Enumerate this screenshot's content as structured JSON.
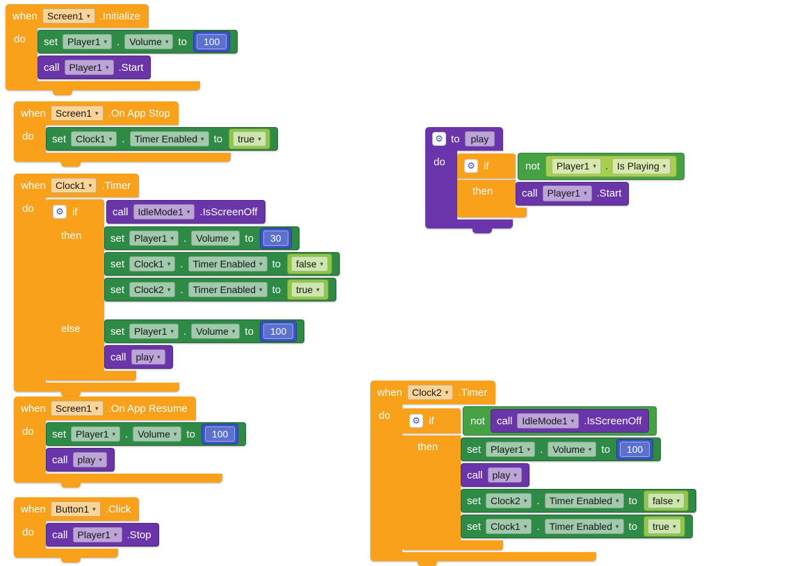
{
  "app": {
    "name": "App Inventor Blocks Workspace",
    "canvas_background": "#FFFFFF"
  },
  "labels": {
    "when": "when",
    "do": "do",
    "set": "set",
    "call": "call",
    "to": "to",
    "if": "if",
    "then": "then",
    "else": "else",
    "not": "not",
    "dot": "."
  },
  "icons": {
    "mutator_gear": "⚙",
    "dropdown_caret": "▾"
  },
  "colors": {
    "event_block": "#F9A11B",
    "control_block": "#F9A11B",
    "setter_block": "#2E8B45",
    "method_call_block": "#6A35A8",
    "procedure_block": "#6A35A8",
    "logic_operator_block": "#44A244",
    "boolean_block": "#8FC749",
    "property_getter_block": "#A6CE4F",
    "number_block": "#3B55C4",
    "gear_icon": "#3B55C4"
  },
  "blocks": {
    "when_screen1_initialize": {
      "component": "Screen1",
      "event": ".Initialize",
      "set_player1_volume": {
        "component": "Player1",
        "property": "Volume",
        "value": "100"
      },
      "call_player1_start": {
        "component": "Player1",
        "method": ".Start"
      }
    },
    "when_screen1_on_app_stop": {
      "component": "Screen1",
      "event": ".On App Stop",
      "set_clock1_timer_enabled": {
        "component": "Clock1",
        "property": "Timer Enabled",
        "value": "true"
      }
    },
    "procedure_play": {
      "name": "play",
      "if_condition_not_getter": {
        "component": "Player1",
        "property": "Is Playing"
      },
      "then_call_player1_start": {
        "component": "Player1",
        "method": ".Start"
      }
    },
    "when_clock1_timer": {
      "component": "Clock1",
      "event": ".Timer",
      "if_condition_call": {
        "component": "IdleMode1",
        "method": ".IsScreenOff"
      },
      "then_set_player1_volume": {
        "component": "Player1",
        "property": "Volume",
        "value": "30"
      },
      "then_set_clock1_timer_enabled": {
        "component": "Clock1",
        "property": "Timer Enabled",
        "value": "false"
      },
      "then_set_clock2_timer_enabled": {
        "component": "Clock2",
        "property": "Timer Enabled",
        "value": "true"
      },
      "else_set_player1_volume": {
        "component": "Player1",
        "property": "Volume",
        "value": "100"
      },
      "else_call_play": {
        "procedure": "play"
      }
    },
    "when_screen1_on_app_resume": {
      "component": "Screen1",
      "event": ".On App Resume",
      "set_player1_volume": {
        "component": "Player1",
        "property": "Volume",
        "value": "100"
      },
      "call_play": {
        "procedure": "play"
      }
    },
    "when_button1_click": {
      "component": "Button1",
      "event": ".Click",
      "call_player1_stop": {
        "component": "Player1",
        "method": ".Stop"
      }
    },
    "when_clock2_timer": {
      "component": "Clock2",
      "event": ".Timer",
      "if_condition_not_call": {
        "component": "IdleMode1",
        "method": ".IsScreenOff"
      },
      "then_set_player1_volume": {
        "component": "Player1",
        "property": "Volume",
        "value": "100"
      },
      "then_call_play": {
        "procedure": "play"
      },
      "then_set_clock2_timer_enabled": {
        "component": "Clock2",
        "property": "Timer Enabled",
        "value": "false"
      },
      "then_set_clock1_timer_enabled": {
        "component": "Clock1",
        "property": "Timer Enabled",
        "value": "true"
      }
    }
  }
}
